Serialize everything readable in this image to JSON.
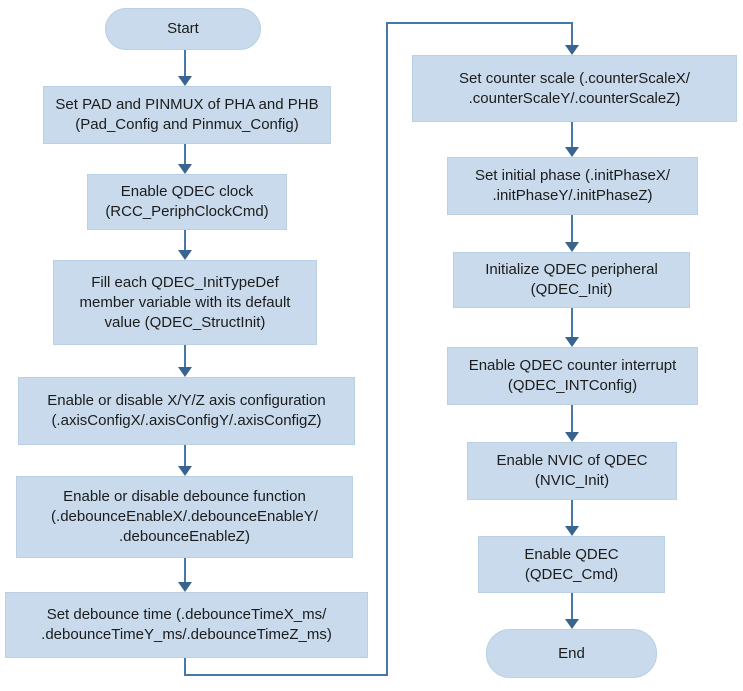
{
  "diagram": {
    "type": "flowchart",
    "colors": {
      "node_fill": "#c8daeb",
      "node_border": "#b9cfe3",
      "connector_line": "#4878a8",
      "arrowhead": "#38648f",
      "text": "#1c1c1c",
      "background": "#ffffff"
    },
    "nodes": {
      "start": "Start",
      "set_pad_pinmux": "Set PAD and PINMUX of PHA and PHB\n(Pad_Config and Pinmux_Config)",
      "enable_qdec_clock": "Enable QDEC clock\n(RCC_PeriphClockCmd)",
      "fill_struct_init": "Fill each QDEC_InitTypeDef\nmember variable with its default\nvalue (QDEC_StructInit)",
      "axis_config": "Enable or disable X/Y/Z axis  configuration\n(.axisConfigX/.axisConfigY/.axisConfigZ)",
      "debounce_enable": "Enable or disable debounce function\n(.debounceEnableX/.debounceEnableY/\n.debounceEnableZ)",
      "debounce_time": "Set debounce time (.debounceTimeX_ms/\n.debounceTimeY_ms/.debounceTimeZ_ms)",
      "counter_scale": "Set counter scale (.counterScaleX/\n.counterScaleY/.counterScaleZ)",
      "init_phase": "Set initial phase (.initPhaseX/\n.initPhaseY/.initPhaseZ)",
      "qdec_init": "Initialize QDEC peripheral\n(QDEC_Init)",
      "qdec_int_config": "Enable QDEC counter interrupt\n(QDEC_INTConfig)",
      "nvic_init": "Enable NVIC of QDEC\n(NVIC_Init)",
      "qdec_cmd": "Enable QDEC\n(QDEC_Cmd)",
      "end": "End"
    },
    "edges": [
      {
        "from": "start",
        "to": "set_pad_pinmux"
      },
      {
        "from": "set_pad_pinmux",
        "to": "enable_qdec_clock"
      },
      {
        "from": "enable_qdec_clock",
        "to": "fill_struct_init"
      },
      {
        "from": "fill_struct_init",
        "to": "axis_config"
      },
      {
        "from": "axis_config",
        "to": "debounce_enable"
      },
      {
        "from": "debounce_enable",
        "to": "debounce_time"
      },
      {
        "from": "debounce_time",
        "to": "counter_scale"
      },
      {
        "from": "counter_scale",
        "to": "init_phase"
      },
      {
        "from": "init_phase",
        "to": "qdec_init"
      },
      {
        "from": "qdec_init",
        "to": "qdec_int_config"
      },
      {
        "from": "qdec_int_config",
        "to": "nvic_init"
      },
      {
        "from": "nvic_init",
        "to": "qdec_cmd"
      },
      {
        "from": "qdec_cmd",
        "to": "end"
      }
    ]
  }
}
